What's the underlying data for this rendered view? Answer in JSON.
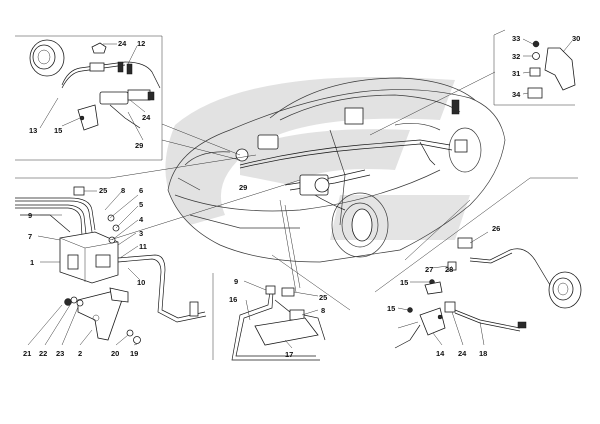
{
  "colors": {
    "watermark": "#e2e2e2",
    "line": "#1a1a1a"
  },
  "labels": {
    "l24a": "24",
    "l12": "12",
    "l13": "13",
    "l15a": "15",
    "l24b": "24",
    "l29a": "29",
    "l33": "33",
    "l32": "32",
    "l31": "31",
    "l34": "34",
    "l30": "30",
    "l25a": "25",
    "l8a": "8",
    "l6": "6",
    "l9a": "9",
    "l5": "5",
    "l4": "4",
    "l7": "7",
    "l3": "3",
    "l11": "11",
    "l1": "1",
    "l10": "10",
    "l21": "21",
    "l22": "22",
    "l23": "23",
    "l2": "2",
    "l20": "20",
    "l19": "19",
    "l29b": "29",
    "l9b": "9",
    "l16": "16",
    "l25b": "25",
    "l8b": "8",
    "l17": "17",
    "l26": "26",
    "l27": "27",
    "l28": "28",
    "l15b": "15",
    "l15c": "15",
    "l14": "14",
    "l24c": "24",
    "l18": "18"
  }
}
